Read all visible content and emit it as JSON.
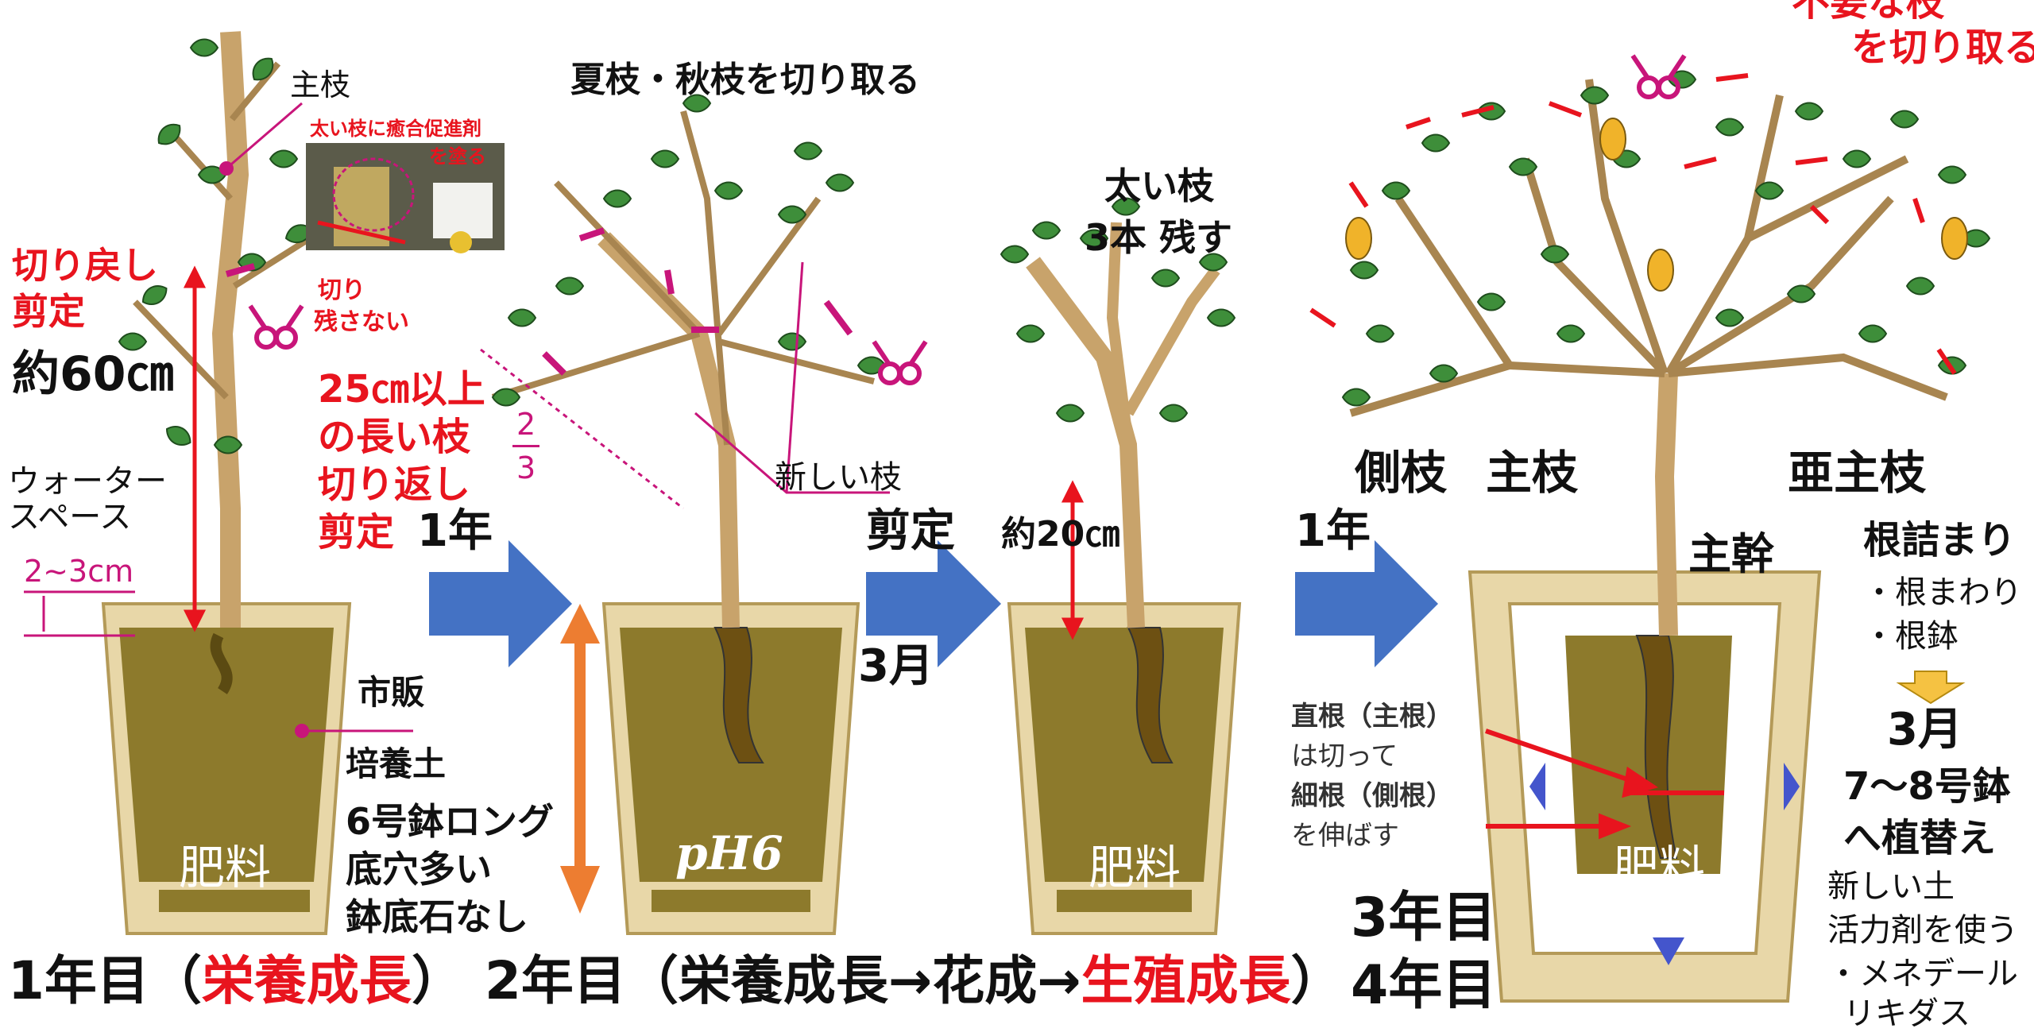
{
  "labels": {
    "main_branch": "主枝",
    "heal_note_1": "太い枝に癒合促進剤",
    "heal_note_2": "を塗る",
    "no_stub_1": "切り",
    "no_stub_2": "残さない",
    "cutback_1": "切り戻し",
    "cutback_2": "剪定",
    "approx60": "約60㎝",
    "water_space_1": "ウォーター",
    "water_space_2": "スペース",
    "water_cm": "2~3cm",
    "long_branch_1": "25㎝以上",
    "long_branch_2": "の長い枝",
    "long_branch_3": "切り返し",
    "long_branch_4": "剪定",
    "one_year_a": "1年",
    "two_thirds_num": "2",
    "two_thirds_den": "3",
    "new_branch": "新しい枝",
    "summer_autumn": "夏枝・秋枝を切り取る",
    "commercial": "市販",
    "culture_soil": "培養土",
    "pot6": "6号鉢ロング",
    "many_holes": "底穴多い",
    "no_stones": "鉢底石なし",
    "fertilizer": "肥料",
    "ph6": "pH6",
    "prune": "剪定",
    "approx20": "約20㎝",
    "march_a": "3月",
    "thick_branch_1": "太い枝",
    "thick_branch_2": "3本 残す",
    "one_year_b": "1年",
    "side_branch": "側枝",
    "main_branch_b": "主枝",
    "sub_main": "亜主枝",
    "trunk": "主幹",
    "unneeded_1": "不要な枝",
    "unneeded_2": "を切り取る",
    "rootbound": "根詰まり",
    "root_around": "・根まわり",
    "root_ball": "・根鉢",
    "march_b": "3月",
    "pot78": "7〜8号鉢",
    "repot": "へ植替え",
    "new_soil": "新しい土",
    "activator": "活力剤を使う",
    "menedeal": "・メネデール",
    "rikidas": "リキダス",
    "tap_root_bold": "直根（主根）",
    "tap_root_rest": "は切って",
    "fine_root_bold": "細根（側根）",
    "fine_root_rest": "を伸ばす",
    "year3": "3年目",
    "year4": "4年目",
    "year1_a": "1年目（",
    "year1_b": "栄養成長",
    "year1_c": "）",
    "year2_a": "2年目（栄養成長→花成→",
    "year2_b": "生殖成長",
    "year2_c": "）"
  },
  "colors": {
    "red": "#e8141e",
    "magenta": "#c8157a",
    "soil": "#8d7a2c",
    "pot": "#e8d7a8",
    "arrow_blue": "#4472c4",
    "arrow_orange": "#ed7d31",
    "leaf": "#3e8e3a",
    "trunk": "#c8a36b",
    "fruit": "#f0b32a"
  }
}
